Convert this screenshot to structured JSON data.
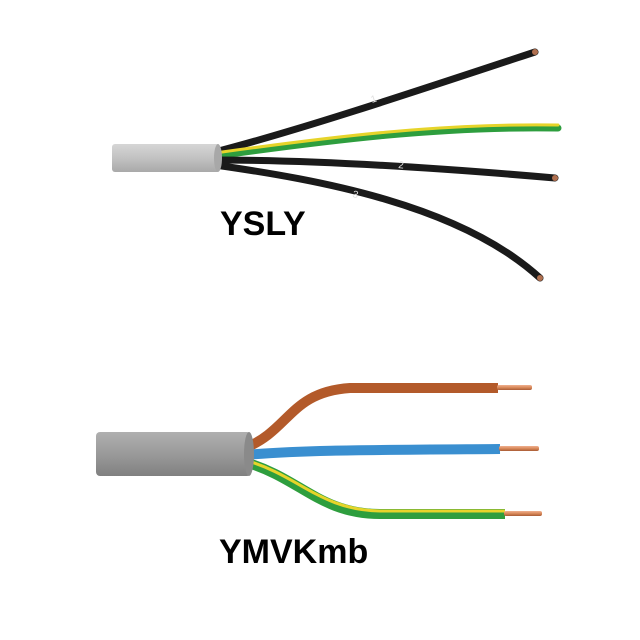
{
  "cables": [
    {
      "label": "YSLY",
      "sheath_color": "#c0c0c0",
      "core_markings": [
        "1",
        "2",
        "3"
      ],
      "core_colors": [
        "#1a1a1a",
        "#2e9e3e",
        "#e6d42a",
        "#1a1a1a",
        "#1a1a1a"
      ]
    },
    {
      "label": "YMVKmb",
      "sheath_color": "#9a9a9a",
      "core_colors": [
        "#b35a2a",
        "#3a8fd0",
        "#2e9e3e",
        "#e6d42a"
      ],
      "conductor_color": "#d98a5a"
    }
  ]
}
